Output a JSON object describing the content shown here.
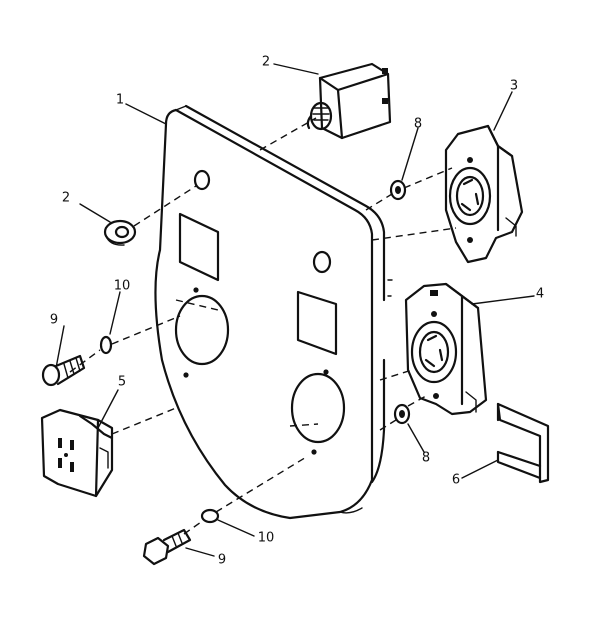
{
  "callouts": {
    "panel": "1",
    "switch": "2",
    "switch_nut": "2",
    "outlet_twist_top": "3",
    "outlet_twist_bottom": "4",
    "outlet_duplex": "5",
    "cover_plate": "6",
    "washer_top": "8",
    "washer_bottom": "8",
    "screw_top": "9",
    "screw_bottom": "9",
    "lockwasher_top": "10",
    "lockwasher_bottom": "10"
  }
}
